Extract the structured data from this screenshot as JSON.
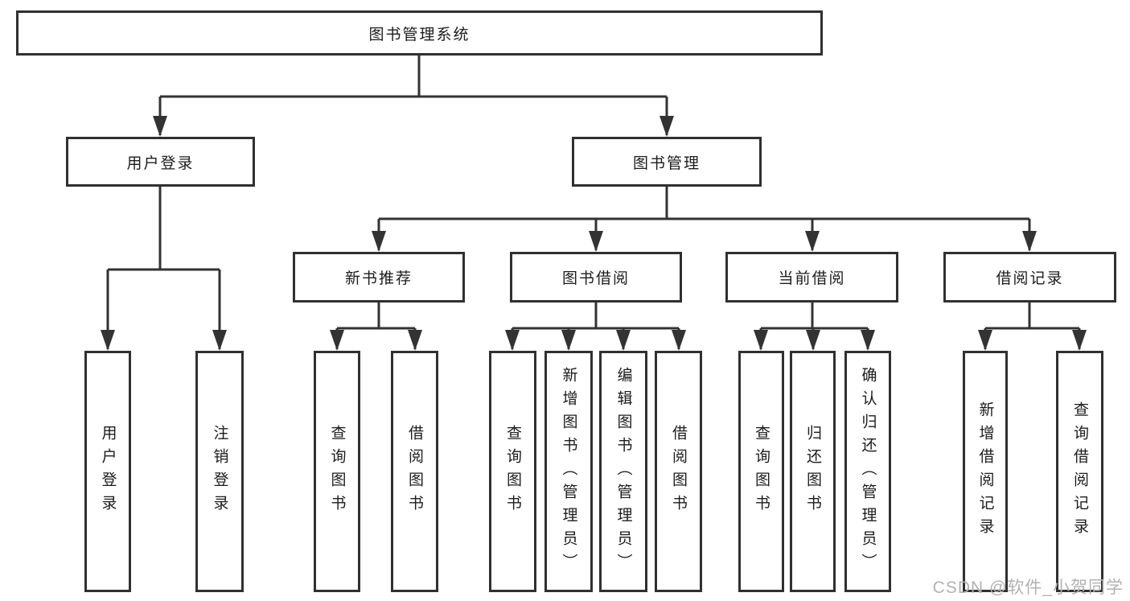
{
  "diagram_title": "图书管理系统",
  "tree": {
    "root": {
      "label": "图书管理系统"
    },
    "level2": [
      {
        "label": "用户登录"
      },
      {
        "label": "图书管理"
      }
    ],
    "level3": [
      {
        "label": "新书推荐"
      },
      {
        "label": "图书借阅"
      },
      {
        "label": "当前借阅"
      },
      {
        "label": "借阅记录"
      }
    ],
    "leaves": [
      {
        "label": "用户登录",
        "parent": "用户登录"
      },
      {
        "label": "注销登录",
        "parent": "用户登录"
      },
      {
        "label": "查询图书",
        "parent": "新书推荐"
      },
      {
        "label": "借阅图书",
        "parent": "新书推荐"
      },
      {
        "label": "查询图书",
        "parent": "图书借阅"
      },
      {
        "label": "新增图书（管理员）",
        "parent": "图书借阅"
      },
      {
        "label": "编辑图书（管理员）",
        "parent": "图书借阅"
      },
      {
        "label": "借阅图书",
        "parent": "图书借阅"
      },
      {
        "label": "查询图书",
        "parent": "当前借阅"
      },
      {
        "label": "归还图书",
        "parent": "当前借阅"
      },
      {
        "label": "确认归还（管理员）",
        "parent": "当前借阅"
      },
      {
        "label": "新增借阅记录",
        "parent": "借阅记录"
      },
      {
        "label": "查询借阅记录",
        "parent": "借阅记录"
      }
    ]
  },
  "watermark": {
    "text": "CSDN @软件_小贺同学"
  },
  "colors": {
    "line": "#333333",
    "box_border": "#303030",
    "text": "#1c1c1c",
    "background": "#ffffff",
    "watermark": "#b2b2b2"
  }
}
